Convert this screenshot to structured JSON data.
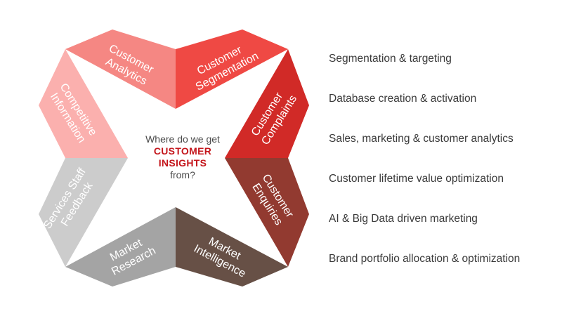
{
  "center": {
    "line1": "Where do we get",
    "highlight1": "CUSTOMER",
    "highlight2": "INSIGHTS",
    "line4": "from?"
  },
  "segments": [
    {
      "name": "customer-analytics",
      "lines": [
        "Customer",
        "Analytics"
      ],
      "color": "#f58783"
    },
    {
      "name": "customer-segmentation",
      "lines": [
        "Customer",
        "Segmentation"
      ],
      "color": "#ef4944"
    },
    {
      "name": "customer-complaints",
      "lines": [
        "Customer",
        "Complaints"
      ],
      "color": "#d12a27"
    },
    {
      "name": "customer-enquiries",
      "lines": [
        "Customer",
        "Enquiries"
      ],
      "color": "#923a30"
    },
    {
      "name": "market-intelligence",
      "lines": [
        "Market",
        "Intelligence"
      ],
      "color": "#675046"
    },
    {
      "name": "market-research",
      "lines": [
        "Market",
        "Research"
      ],
      "color": "#a4a4a4"
    },
    {
      "name": "services-staff-feedback",
      "lines": [
        "Services Staff",
        "Feedback"
      ],
      "color": "#cccccc"
    },
    {
      "name": "competitive-information",
      "lines": [
        "Competitive",
        "Information"
      ],
      "color": "#fbb0ae"
    }
  ],
  "list": [
    "Segmentation & targeting",
    "Database creation & activation",
    "Sales, marketing & customer analytics",
    "Customer lifetime value optimization",
    "AI & Big Data driven marketing",
    "Brand portfolio allocation & optimization"
  ]
}
